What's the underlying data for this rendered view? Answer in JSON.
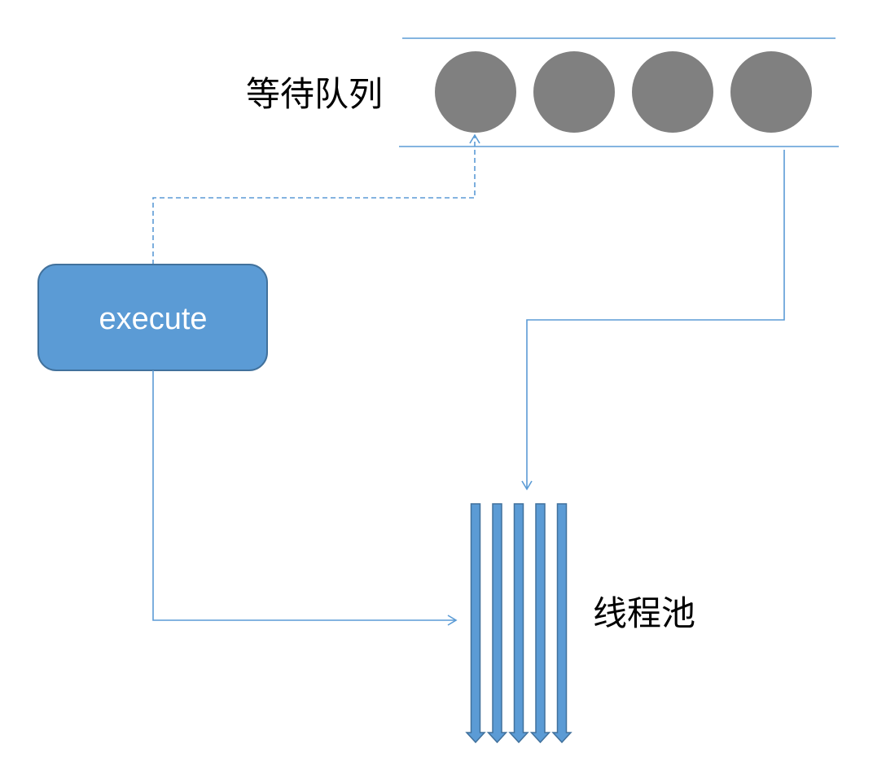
{
  "queue": {
    "label": "等待队列",
    "item_count": 4,
    "line_color": "#5B9BD5",
    "item_color": "#808080"
  },
  "execute_box": {
    "label": "execute",
    "fill_color": "#5B9BD5",
    "border_color": "#41719C",
    "text_color": "#FFFFFF"
  },
  "thread_pool": {
    "label": "线程池",
    "thread_count": 5,
    "fill_color": "#5B9BD5",
    "border_color": "#41719C"
  },
  "connectors": {
    "color": "#5B9BD5",
    "execute_to_queue": "dashed",
    "execute_to_pool": "solid",
    "queue_to_pool": "solid"
  }
}
